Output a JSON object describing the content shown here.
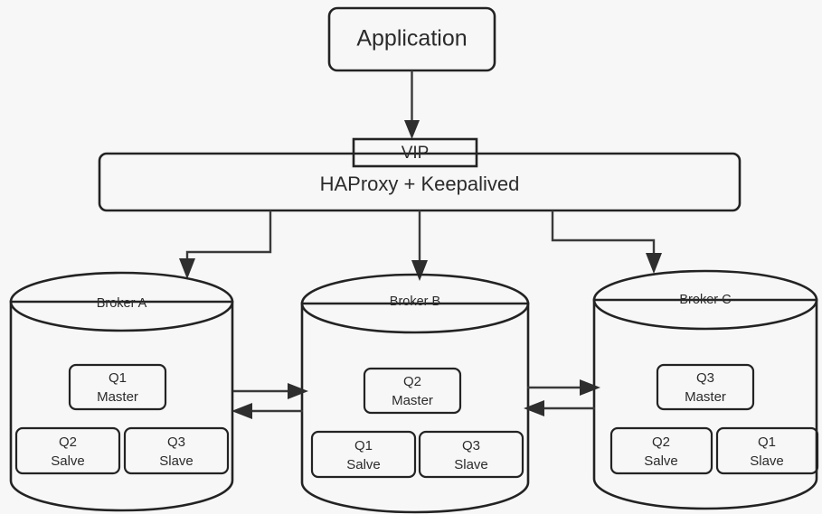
{
  "diagram": {
    "title": "Message Broker High Availability Architecture",
    "background_color": "#f7f7f7",
    "stroke_color": "#232323",
    "fill_color": "#ffffff",
    "text_color": "#2b2b2b",
    "application": {
      "label": "Application"
    },
    "vip": {
      "label": "VIP"
    },
    "proxy": {
      "label": "HAProxy + Keepalived"
    },
    "brokers": [
      {
        "name": "Broker A",
        "master": {
          "queue": "Q1",
          "role": "Master"
        },
        "replicas": [
          {
            "queue": "Q2",
            "role": "Salve"
          },
          {
            "queue": "Q3",
            "role": "Slave"
          }
        ]
      },
      {
        "name": "Broker B",
        "master": {
          "queue": "Q2",
          "role": "Master"
        },
        "replicas": [
          {
            "queue": "Q1",
            "role": "Salve"
          },
          {
            "queue": "Q3",
            "role": "Slave"
          }
        ]
      },
      {
        "name": "Broker C",
        "master": {
          "queue": "Q3",
          "role": "Master"
        },
        "replicas": [
          {
            "queue": "Q2",
            "role": "Salve"
          },
          {
            "queue": "Q1",
            "role": "Slave"
          }
        ]
      }
    ],
    "connectors": {
      "app_to_vip": "arrow-down",
      "proxy_to_broker_a": "elbow-arrow-down-left",
      "proxy_to_broker_b": "arrow-down",
      "proxy_to_broker_c": "elbow-arrow-down-right",
      "broker_a_to_b": "arrow-right",
      "broker_b_to_a": "arrow-left",
      "broker_b_to_c": "arrow-right",
      "broker_c_to_b": "arrow-left"
    }
  }
}
